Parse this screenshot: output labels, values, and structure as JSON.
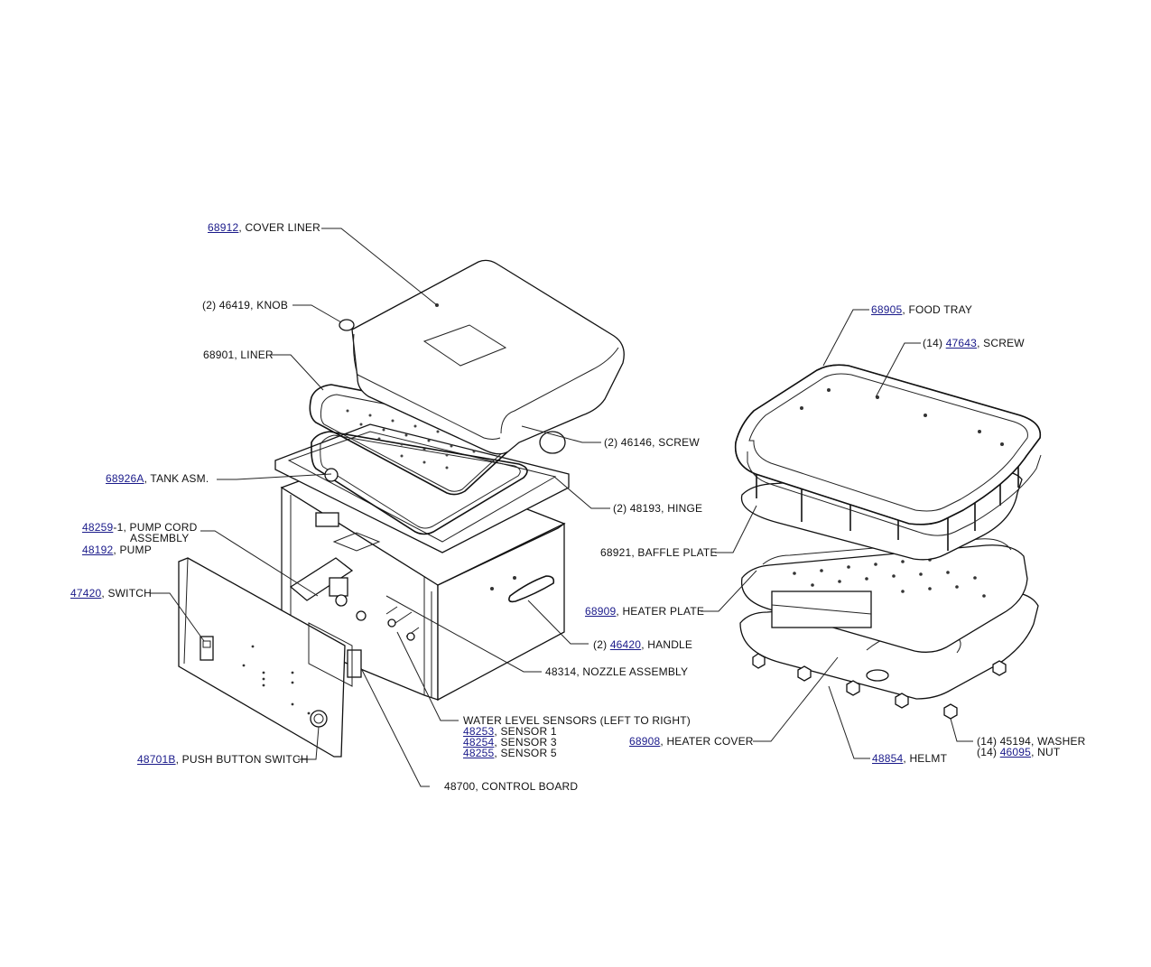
{
  "labels": {
    "cover_liner": {
      "pn": "68912",
      "text": ", COVER LINER"
    },
    "knob": {
      "pre": "(2) 46419, KNOB"
    },
    "liner": {
      "pre": "68901, LINER"
    },
    "screw_46146": {
      "pre": "(2) 46146, SCREW"
    },
    "tank_asm": {
      "pn": "68926A",
      "text": ", TANK ASM."
    },
    "hinge": {
      "pre": "(2) 48193, HINGE"
    },
    "pump_cord": {
      "pn": "48259",
      "text": "-1, PUMP CORD",
      "text2": "ASSEMBLY"
    },
    "pump": {
      "pn": "48192",
      "text": ", PUMP"
    },
    "switch": {
      "pn": "47420",
      "text": ", SWITCH"
    },
    "handle": {
      "pre": "(2) ",
      "pn": "46420",
      "text": ", HANDLE"
    },
    "nozzle": {
      "pre": "48314, NOZZLE ASSEMBLY"
    },
    "water_sensors": {
      "text": "WATER LEVEL SENSORS (LEFT TO RIGHT)",
      "items": [
        {
          "pn": "48253",
          "text": ", SENSOR 1"
        },
        {
          "pn": "48254",
          "text": ", SENSOR 3"
        },
        {
          "pn": "48255",
          "text": ", SENSOR 5"
        }
      ]
    },
    "push_button": {
      "pn": "48701B",
      "text": ", PUSH BUTTON SWITCH"
    },
    "control_board": {
      "pre": "48700, CONTROL BOARD"
    },
    "food_tray": {
      "pn": "68905",
      "text": ", FOOD TRAY"
    },
    "screw_47643": {
      "pre": "(14) ",
      "pn": "47643",
      "text": ", SCREW"
    },
    "baffle_plate": {
      "pre": "68921, BAFFLE PLATE"
    },
    "heater_plate": {
      "pn": "68909",
      "text": ", HEATER PLATE"
    },
    "heater_cover": {
      "pn": "68908",
      "text": ", HEATER COVER"
    },
    "helmt": {
      "pn": "48854",
      "text": ", HELMT"
    },
    "washer": {
      "pre": "(14) 45194, WASHER"
    },
    "nut": {
      "pre": "(14) ",
      "pn": "46095",
      "text": ", NUT"
    }
  },
  "colors": {
    "link": "#1a1a8a",
    "ink": "#111111"
  }
}
